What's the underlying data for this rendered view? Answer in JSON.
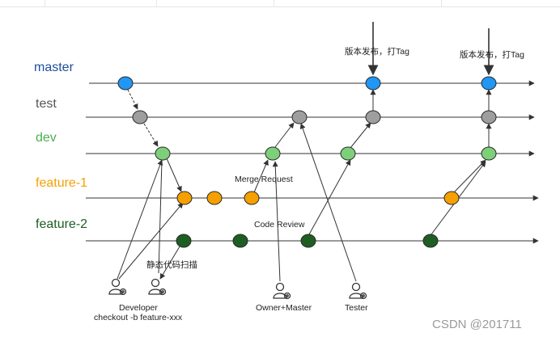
{
  "lanes": [
    {
      "id": "master",
      "label": "master",
      "color": "#1f4e9c",
      "node": "#2196f3"
    },
    {
      "id": "test",
      "label": "test",
      "color": "#555555",
      "node": "#9e9e9e"
    },
    {
      "id": "dev",
      "label": "dev",
      "color": "#4caf50",
      "node": "#7ecf7a"
    },
    {
      "id": "feature1",
      "label": "feature-1",
      "color": "#f5a000",
      "node": "#f5a000"
    },
    {
      "id": "feature2",
      "label": "feature-2",
      "color": "#1b5e20",
      "node": "#1e5e22"
    }
  ],
  "annotations": {
    "release1": "版本发布，打Tag",
    "release2": "版本发布，打Tag",
    "merge_request": "Merge Request",
    "code_review": "Code Review",
    "static_scan": "静态代码扫描"
  },
  "actors": [
    {
      "id": "developer",
      "label1": "Developer",
      "label2": "checkout -b feature-xxx"
    },
    {
      "id": "static",
      "label1": "",
      "label2": ""
    },
    {
      "id": "owner",
      "label1": "Owner+Master",
      "label2": ""
    },
    {
      "id": "tester",
      "label1": "Tester",
      "label2": ""
    }
  ],
  "watermark": "CSDN @201711",
  "colors": {
    "line": "#333333",
    "nodeStroke": "#2a2a2a"
  }
}
